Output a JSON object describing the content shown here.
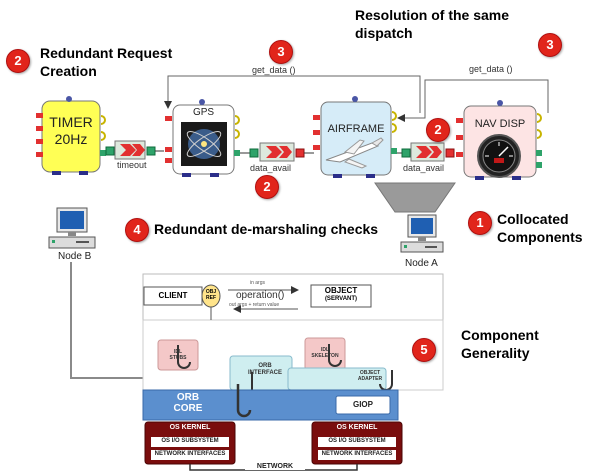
{
  "annotations": {
    "redundant_request": {
      "number": "2",
      "text": "Redundant Request\nCreation"
    },
    "resolution": {
      "text": "Resolution of the same\ndispatch"
    },
    "badge_top_left": "3",
    "badge_top_right": "3",
    "badge_mid_right": "2",
    "badge_mid_left": "2",
    "demarshaling": {
      "number": "4",
      "text": "Redundant de-marshaling checks"
    },
    "collocated": {
      "number": "1",
      "text": "Collocated\nComponents"
    },
    "generality": {
      "number": "5",
      "text": "Component\nGenerality"
    }
  },
  "components": {
    "timer": "TIMER\n20Hz",
    "gps": "GPS",
    "airframe": "AIRFRAME",
    "nav_disp": "NAV DISP"
  },
  "connections": {
    "timeout": "timeout",
    "data_avail_1": "data_avail",
    "data_avail_2": "data_avail",
    "get_data_1": "get_data ()",
    "get_data_2": "get_data ()"
  },
  "nodes": {
    "node_a": "Node A",
    "node_b": "Node B"
  },
  "orb": {
    "client": "CLIENT",
    "object": "OBJECT",
    "servant": "(SERVANT)",
    "obj_ref": "OBJ\nREF",
    "in_args": "in args",
    "operation": "operation()",
    "out_args": "out args + return value",
    "idl_stubs": "IDL\nSTUBS",
    "orb_interface": "ORB\nINTERFACE",
    "idl_skeleton": "IDL\nSKELETON",
    "object_adapter": "OBJECT\nADAPTER",
    "orb_core": "ORB\nCORE",
    "giop": "GIOP",
    "os_kernel_1": "OS KERNEL",
    "os_io_1": "OS I/O SUBSYSTEM",
    "net_if_1": "NETWORK INTERFACES",
    "os_kernel_2": "OS KERNEL",
    "os_io_2": "OS I/O SUBSYSTEM",
    "net_if_2": "NETWORK INTERFACES",
    "network": "NETWORK"
  },
  "colors": {
    "badge": "#e1251b",
    "timer_fill": "#ffff55",
    "component_fill": "#ffffff",
    "airframe_fill": "#d6ecf8",
    "navdisp_fill": "#fde4e4",
    "orb_core": "#5b8fce",
    "kernel": "#7a0d0d",
    "port_red": "#e23030",
    "port_green": "#2ea36a"
  }
}
